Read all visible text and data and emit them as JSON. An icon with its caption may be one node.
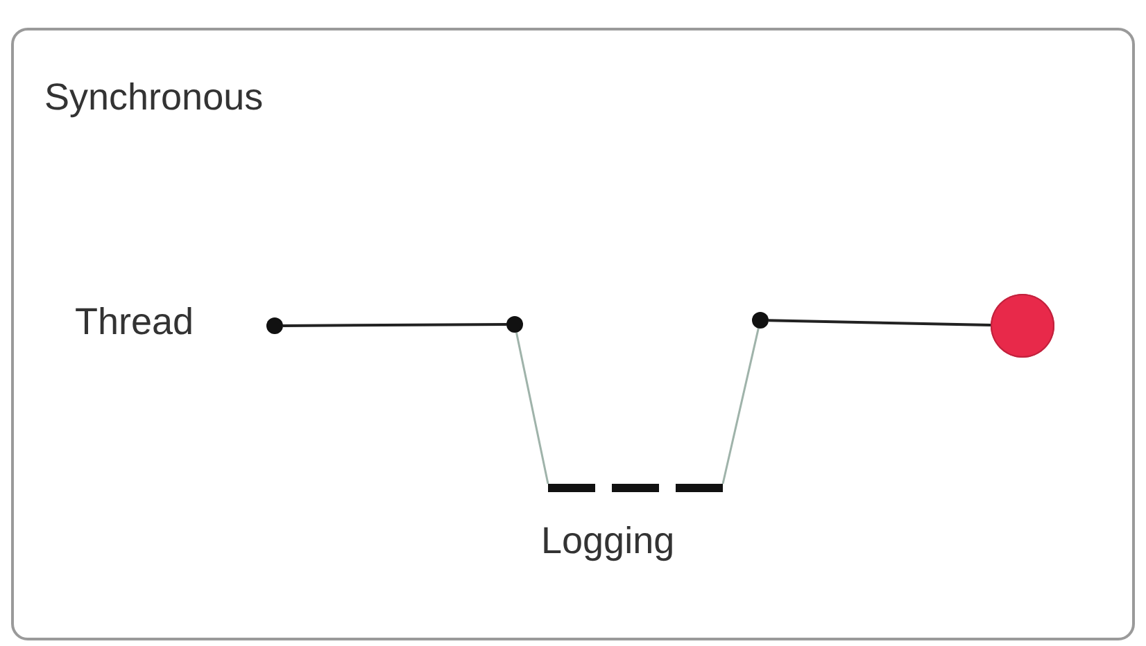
{
  "diagram": {
    "nodes": [
      {
        "text": [
          "Synchronous"
        ]
      },
      {
        "text": [],
        "shape": "circle",
        "in": 0,
        "beside": [
          "Thread"
        ]
      },
      {
        "text": [],
        "shape": "circle",
        "in": 0
      },
      {
        "text": [],
        "shape": "bar",
        "in": 0,
        "beside": [
          "Logging"
        ]
      },
      {
        "text": [],
        "shape": "circle",
        "in": 0
      },
      {
        "text": [],
        "shape": "circle",
        "in": 0
      }
    ],
    "edges": [
      {
        "from": 1,
        "to": 2,
        "arrow": "none"
      },
      {
        "from": 2,
        "to": 3,
        "arrow": "none",
        "color": "#9fb3aa"
      },
      {
        "from": 3,
        "to": 4,
        "arrow": "none",
        "color": "#9fb3aa"
      },
      {
        "from": 4,
        "to": 5,
        "arrow": "none"
      }
    ]
  }
}
